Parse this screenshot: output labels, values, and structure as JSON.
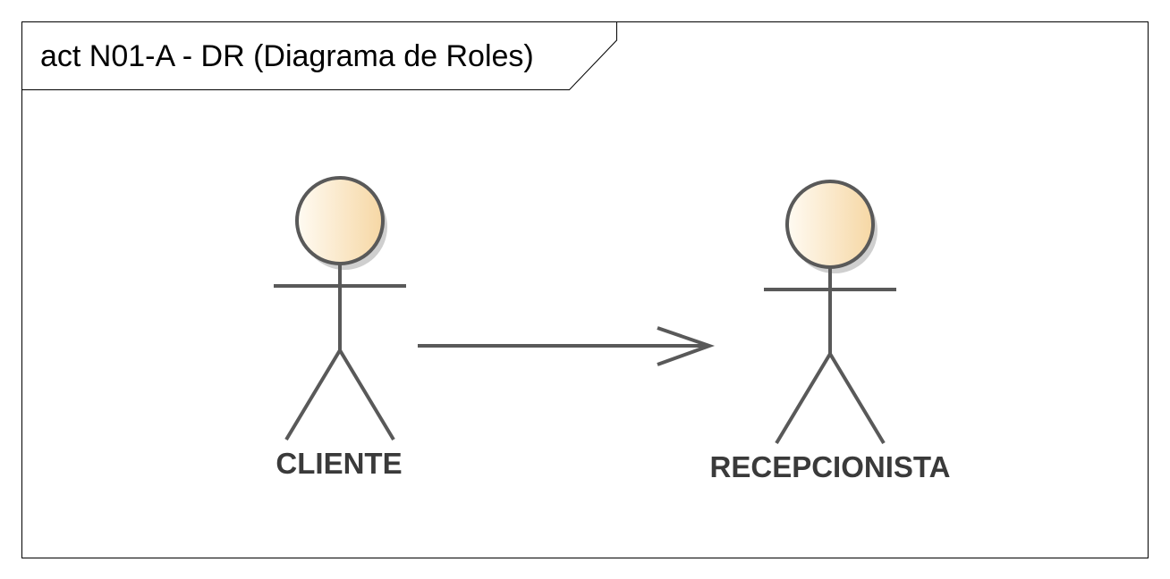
{
  "frame": {
    "title": "act N01-A - DR (Diagrama de Roles)"
  },
  "actors": [
    {
      "label": "CLIENTE"
    },
    {
      "label": "RECEPCIONISTA"
    }
  ],
  "colors": {
    "frame_border": "#000000",
    "line": "#595959",
    "head_fill_light": "#fffbf3",
    "head_fill_dark": "#f6d7a4",
    "head_shadow": "#cfcfcf",
    "label_text": "#3a3a3a"
  }
}
